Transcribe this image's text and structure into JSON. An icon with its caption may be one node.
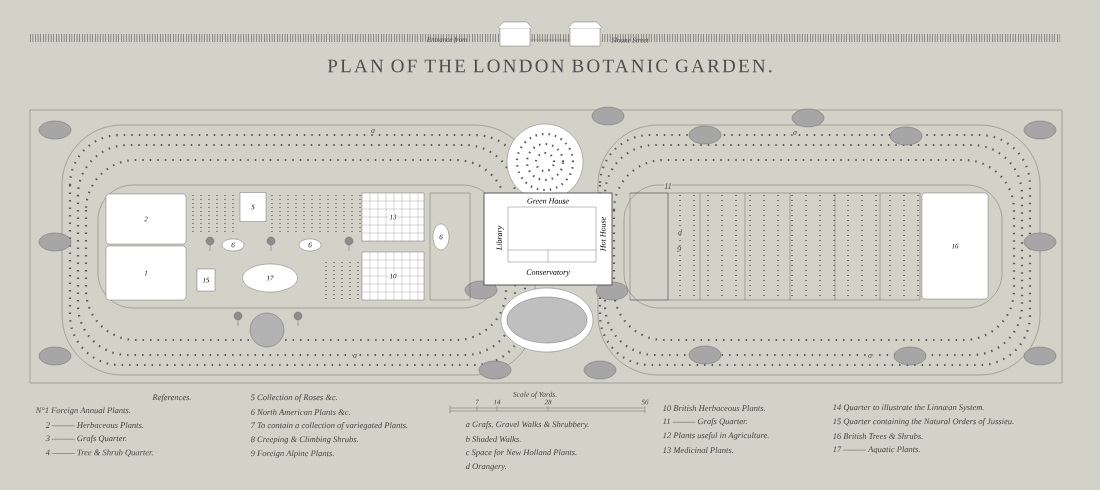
{
  "diagram": {
    "title": "PLAN OF THE LONDON BOTANIC GARDEN.",
    "nodes": [
      {
        "text": [
          "2"
        ]
      },
      {
        "text": [
          "1"
        ]
      },
      {
        "text": [
          "5"
        ]
      },
      {
        "text": [
          "6"
        ]
      },
      {
        "text": [
          "6"
        ]
      },
      {
        "text": [
          "15"
        ]
      },
      {
        "text": [
          "17"
        ]
      },
      {
        "text": [
          "13"
        ]
      },
      {
        "text": [
          "10"
        ]
      },
      {
        "text": [
          "6"
        ]
      },
      {
        "text": [
          "Green House",
          "Library",
          "Conservatory",
          "Hot House"
        ]
      },
      {
        "text": [
          "16"
        ]
      }
    ],
    "labels": [
      "Entrance from",
      "Sloane Street",
      "a",
      "a",
      "a",
      "a",
      "d",
      "11",
      "9",
      "Scale of Yards.",
      "7",
      "14",
      "28",
      "56",
      "References.",
      "N°1 Foreign Annual Plants.",
      "2 ——— Herbaceous Plants.",
      "3 ——— Grafs Quarter.",
      "4 ——— Tree & Shrub Quarter.",
      "5 Collection of Roses &c.",
      "6 North American Plants &c.",
      "7 To contain a collection of variegated Plants.",
      "8 Creeping & Climbing Shrubs.",
      "9 Foreign Alpine Plants.",
      "a Grafs, Gravel Walks & Shrubbery.",
      "b Shaded Walks.",
      "c Space for New Holland Plants.",
      "d Orangery.",
      "10 British Herbaceous Plants.",
      "11 ——— Grafs Quarter.",
      "12 Plants useful in Agriculture.",
      "13 Medicinal Plants.",
      "14 Quarter to illustrate the Linnæan System.",
      "15 Quarter containing the Natural Orders of Jussieu.",
      "16 British Trees & Shrubs.",
      "17 ——— Aquatic Plants."
    ]
  }
}
